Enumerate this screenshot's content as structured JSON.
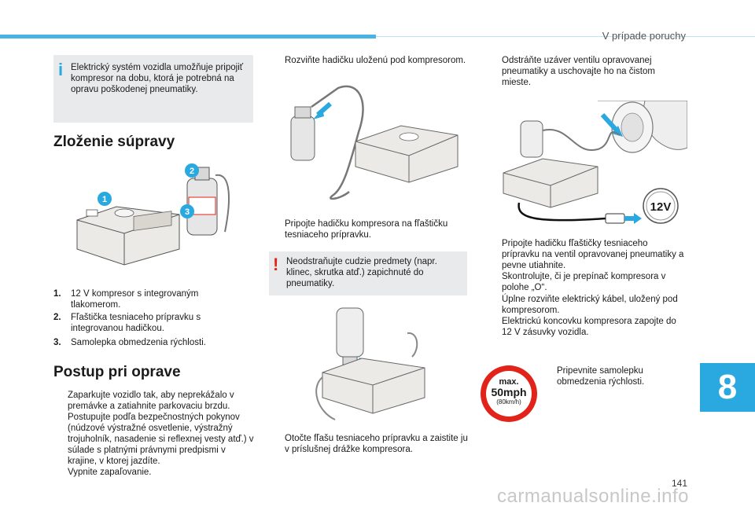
{
  "header": {
    "section_title": "V prípade poruchy",
    "chapter_number": "8",
    "page_number": "141",
    "watermark": "carmanualsonline.info"
  },
  "colors": {
    "accent": "#2aa8e0",
    "warning": "#e2231a",
    "box_bg": "#e9eaeb"
  },
  "info_box": {
    "icon": "info-icon",
    "text": "Elektrický systém vozidla umožňuje pripojiť kompresor na dobu, ktorá je potrebná na opravu poškodenej pneumatiky."
  },
  "kit": {
    "heading": "Zloženie súpravy",
    "callouts": [
      "1",
      "2",
      "3"
    ],
    "items": [
      {
        "num": "1.",
        "text": "12 V kompresor s integrovaným tlakomerom."
      },
      {
        "num": "2.",
        "text": "Fľaštička tesniaceho prípravku s integrovanou hadičkou."
      },
      {
        "num": "3.",
        "text": "Samolepka obmedzenia rýchlosti."
      }
    ]
  },
  "repair": {
    "heading": "Postup pri oprave",
    "bullet_glyph": "",
    "steps": [
      "Zaparkujte vozidlo tak, aby neprekážalo v premávke a zatiahnite parkovaciu brzdu.",
      "Postupujte podľa bezpečnostných pokynov (núdzové výstražné osvetlenie, výstražný trojuholník, nasadenie si reflexnej vesty atď.) v súlade s platnými právnymi predpismi v krajine, v ktorej jazdíte.",
      "Vypnite zapaľovanie."
    ]
  },
  "middle": {
    "step1": "Rozviňte hadičku uloženú pod kompresorom.",
    "step2": "Pripojte hadičku kompresora na fľaštičku tesniaceho prípravku.",
    "warning": {
      "icon": "warning-icon",
      "text": "Neodstraňujte cudzie predmety (napr. klinec, skrutka atď.) zapichnuté do pneumatiky."
    },
    "step3": "Otočte fľašu tesniaceho prípravku a zaistite ju v príslušnej drážke kompresora."
  },
  "right": {
    "step1": "Odstráňte uzáver ventilu opravovanej pneumatiky a uschovajte ho na čistom mieste.",
    "plug_label": "12V",
    "steps": [
      "Pripojte hadičku fľaštičky tesniaceho prípravku na ventil opravovanej pneumatiky a pevne utiahnite.",
      "Skontrolujte, či je prepínač kompresora v polohe „O“.",
      "Úplne rozviňte elektrický kábel, uložený pod kompresorom.",
      "Elektrickú koncovku kompresora zapojte do 12 V zásuvky vozidla."
    ],
    "sticker": {
      "line1": "max.",
      "line2": "50mph",
      "line3": "(80km/h)"
    },
    "sticker_step": "Pripevnite samolepku obmedzenia rýchlosti."
  }
}
